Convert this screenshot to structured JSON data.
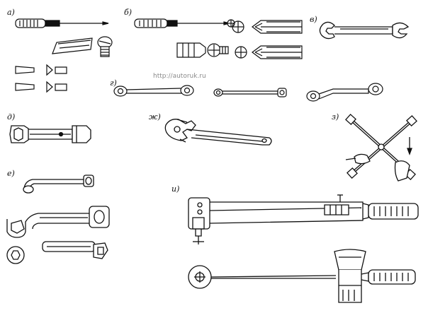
{
  "labels": {
    "a": "а)",
    "b": "б)",
    "v": "в)",
    "g": "г)",
    "d": "д)",
    "zh": "ж)",
    "z": "з)",
    "e": "е)",
    "i": "и)"
  },
  "watermark": "http://autoruk.ru",
  "colors": {
    "ink": "#111111",
    "paper": "#ffffff",
    "watermark": "#8a8a8a"
  }
}
